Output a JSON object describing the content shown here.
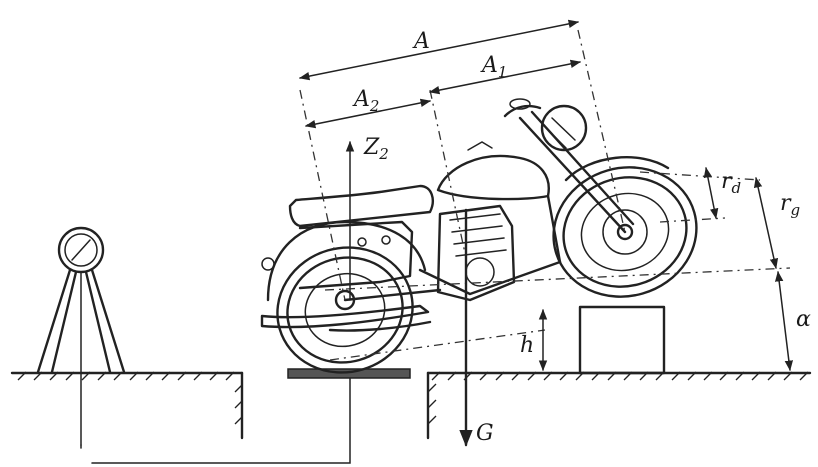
{
  "labels": {
    "A": "A",
    "A1": "A",
    "A1_sub": "1",
    "A2": "A",
    "A2_sub": "2",
    "Z2": "Z",
    "Z2_sub": "2",
    "rd": "r",
    "rd_sub": "d",
    "rg": "r",
    "rg_sub": "g",
    "h": "h",
    "alpha": "α",
    "G": "G"
  },
  "colors": {
    "line": "#222222",
    "background": "#ffffff"
  }
}
